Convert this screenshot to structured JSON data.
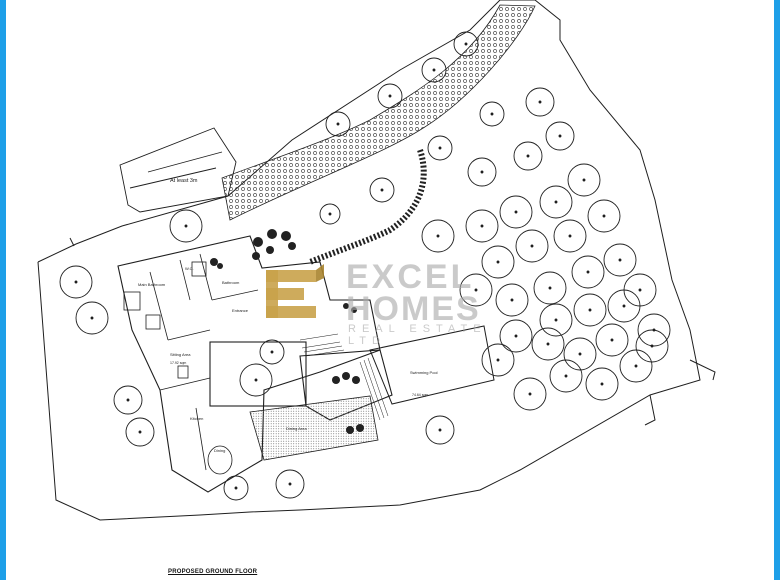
{
  "colors": {
    "frame_edge": "#1e9fe8",
    "logo_gold": "#c9a24a",
    "line": "#1f1f1f",
    "hatch": "#333333"
  },
  "brand": {
    "line1": "EXCEL",
    "line2": "HOMES",
    "line3": "REAL ESTATE LTD"
  },
  "labels": {
    "setback": "At least 3m",
    "wc": "W.C.",
    "main_bathroom": "Main Bathroom",
    "bathroom": "Bathroom",
    "entrance": "Entrance",
    "sitting_area": "Sitting Area",
    "sitting_area_size": "17.92 sqm",
    "kitchen": "Kitchen",
    "dining": "Dining",
    "dining_area": "Dining Area",
    "swimming_pool": "Swimming Pool",
    "pool_size": "74.64 sqm"
  },
  "caption": "PROPOSED GROUND FLOOR",
  "icons": [
    "tree-icon",
    "shrub-icon"
  ]
}
